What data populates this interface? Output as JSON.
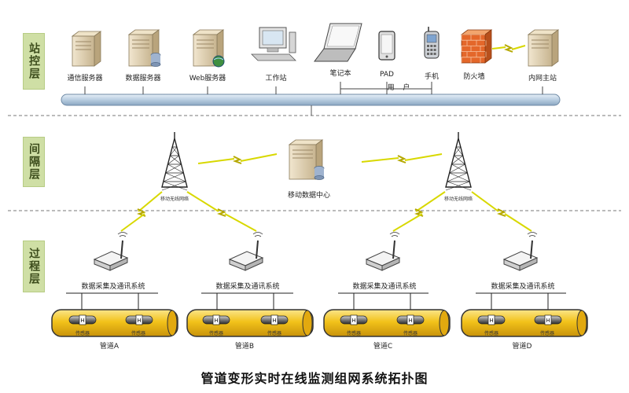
{
  "title": "管道变形实时在线监测组网系统拓扑图",
  "layers": [
    {
      "label": "站控层"
    },
    {
      "label": "间隔层"
    },
    {
      "label": "过程层"
    }
  ],
  "station_devices": [
    {
      "label": "通信服务器",
      "icon": "server-icon"
    },
    {
      "label": "数据服务器",
      "icon": "database-server-icon"
    },
    {
      "label": "Web服务器",
      "icon": "web-server-icon"
    },
    {
      "label": "工作站",
      "icon": "workstation-icon"
    },
    {
      "label": "笔记本",
      "icon": "laptop-icon"
    },
    {
      "label": "PAD",
      "icon": "tablet-icon"
    },
    {
      "label": "手机",
      "icon": "phone-icon"
    },
    {
      "label": "防火墙",
      "icon": "firewall-icon"
    },
    {
      "label": "内网主站",
      "icon": "server-icon"
    }
  ],
  "bus_label": "用 户",
  "bay": {
    "tower_label": "移动无线网络",
    "center_label": "移动数据中心"
  },
  "process": {
    "gateway_label": "数据采集及通讯系统",
    "sensor_label": "传感器",
    "pipes": [
      {
        "label": "管道A"
      },
      {
        "label": "管道B"
      },
      {
        "label": "管道C"
      },
      {
        "label": "管道D"
      }
    ]
  },
  "colors": {
    "bus": "#b8cde0",
    "pipe": "#f2c21a",
    "layer_tag": "#cfdfa5",
    "lightning": "#d8d800"
  }
}
